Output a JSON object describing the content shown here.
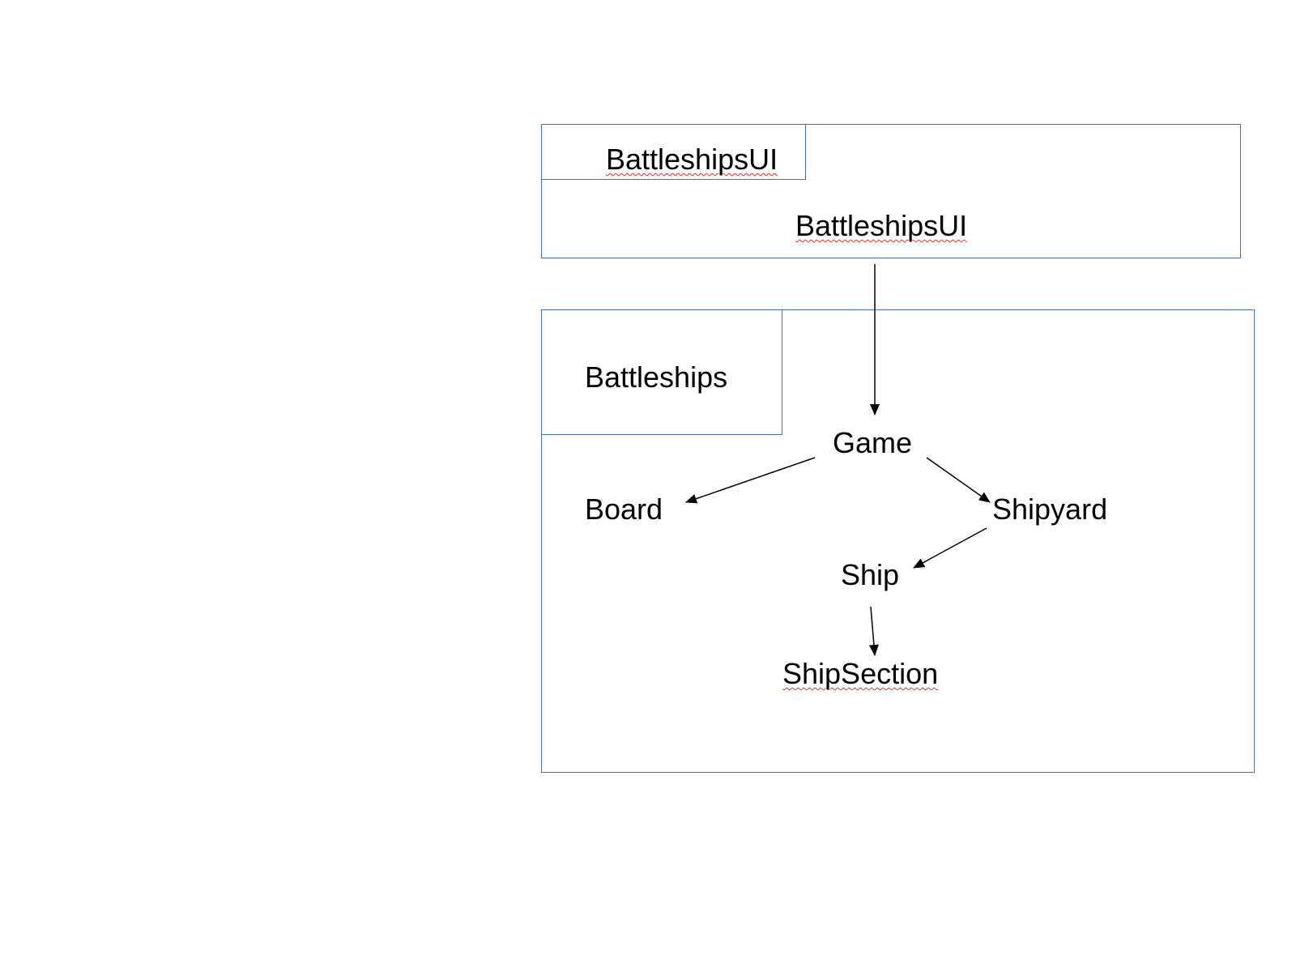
{
  "packages": {
    "ui": {
      "tab_label": "BattleshipsUI",
      "class_label": "BattleshipsUI"
    },
    "core": {
      "tab_label": "Battleships",
      "classes": {
        "game": "Game",
        "board": "Board",
        "shipyard": "Shipyard",
        "ship": "Ship",
        "ship_section": "ShipSection"
      }
    }
  },
  "colors": {
    "box_border": "#4a6fb5",
    "arrow": "#000000",
    "spell_underline": "#e0322c"
  }
}
